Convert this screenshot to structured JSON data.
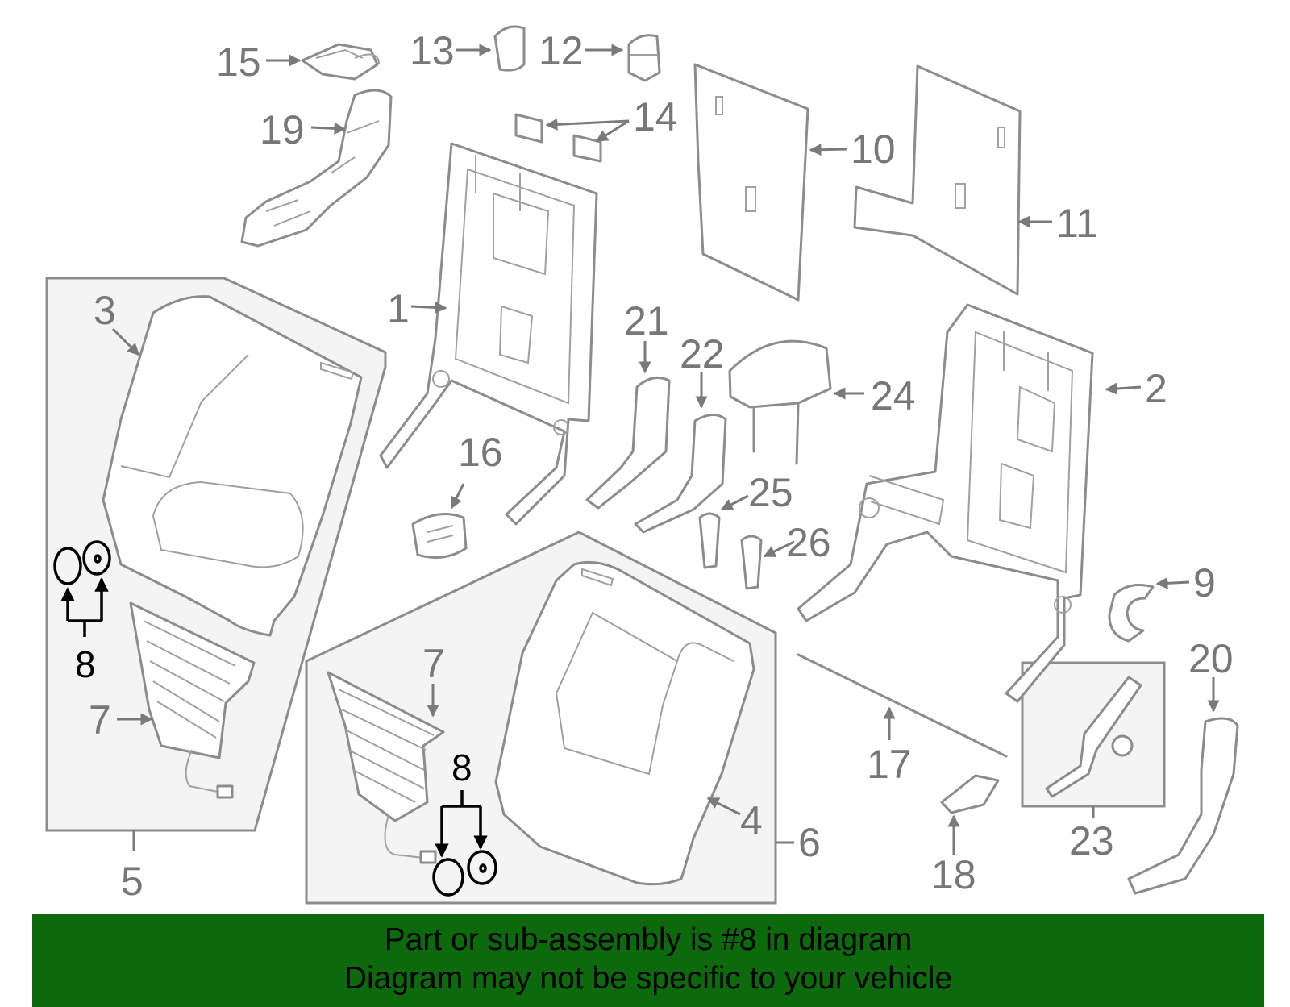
{
  "callouts": {
    "p1": "1",
    "p2": "2",
    "p3": "3",
    "p4": "4",
    "p5": "5",
    "p6": "6",
    "p7a": "7",
    "p7b": "7",
    "p8a": "8",
    "p8b": "8",
    "p9": "9",
    "p10": "10",
    "p11": "11",
    "p12": "12",
    "p13": "13",
    "p14": "14",
    "p15": "15",
    "p16": "16",
    "p17": "17",
    "p18": "18",
    "p19": "19",
    "p20": "20",
    "p21": "21",
    "p22": "22",
    "p23": "23",
    "p24": "24",
    "p25": "25",
    "p26": "26"
  },
  "banner": {
    "line1": "Part or sub-assembly is #8 in diagram",
    "line2": "Diagram may not be specific to your vehicle"
  },
  "colors": {
    "banner_bg": "#0c6a0c",
    "line_art": "#8c8c8c",
    "highlight": "#000000"
  }
}
